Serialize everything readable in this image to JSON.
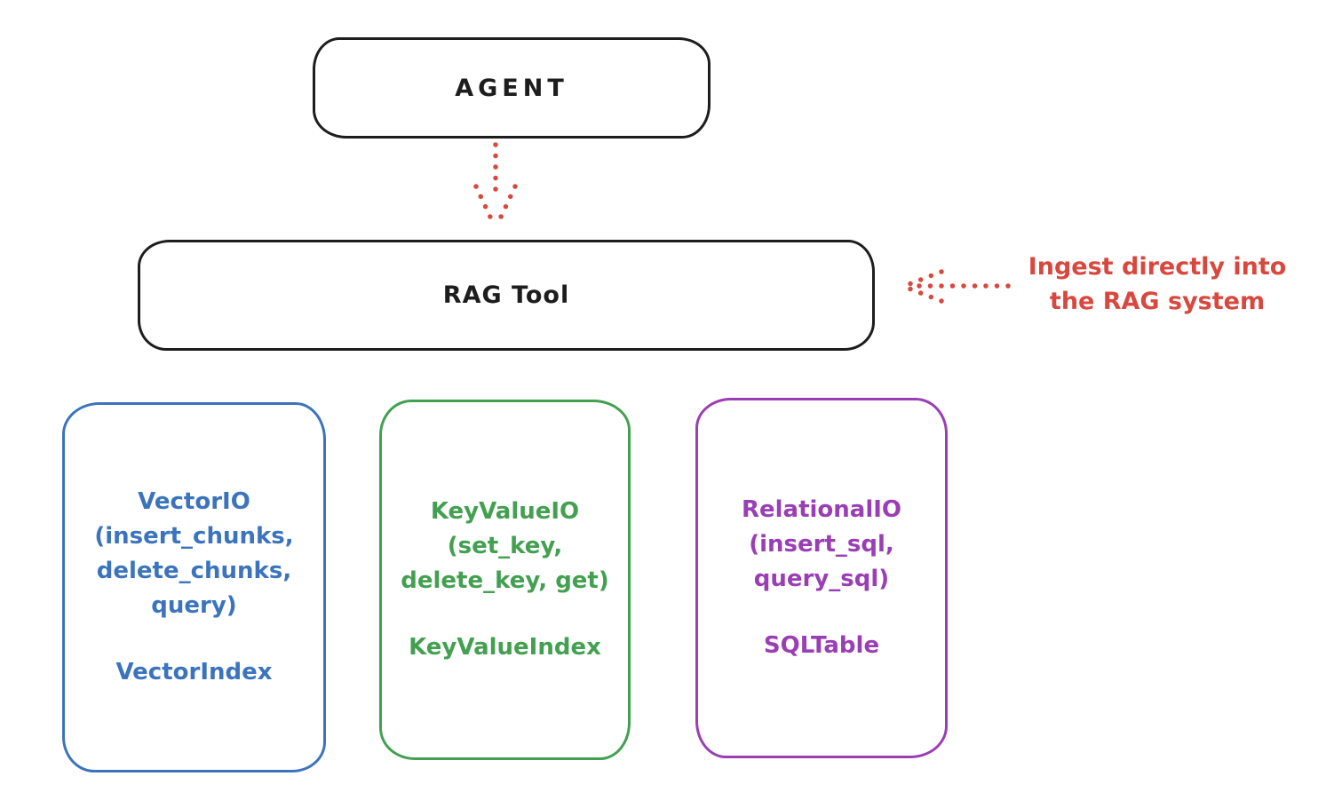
{
  "diagram": {
    "agent": {
      "label": "AGENT"
    },
    "rag_tool": {
      "label": "RAG Tool"
    },
    "ingest_note": {
      "line1": "Ingest directly into",
      "line2": "the RAG system"
    },
    "arrows": [
      {
        "name": "agent-to-rag-tool",
        "style": "dotted",
        "direction": "down",
        "color": "#d9483f"
      },
      {
        "name": "note-to-rag-tool",
        "style": "dotted",
        "direction": "left",
        "color": "#d9483f"
      }
    ],
    "storage_boxes": [
      {
        "name": "VectorIO",
        "signature_lines": [
          "(insert_chunks,",
          "delete_chunks,",
          "query)"
        ],
        "index_label": "VectorIndex",
        "color": "#3b74bd"
      },
      {
        "name": "KeyValueIO",
        "signature_lines": [
          "(set_key,",
          "delete_key, get)"
        ],
        "index_label": "KeyValueIndex",
        "color": "#42a050"
      },
      {
        "name": "RelationalIO",
        "signature_lines": [
          "(insert_sql,",
          "query_sql)"
        ],
        "index_label": "SQLTable",
        "color": "#9a3eb5"
      }
    ],
    "colors": {
      "stroke_black": "#1d1d1d",
      "annotation_red": "#d9483f",
      "vector_blue": "#3b74bd",
      "keyvalue_green": "#42a050",
      "relational_purple": "#9a3eb5",
      "background": "#ffffff"
    }
  }
}
